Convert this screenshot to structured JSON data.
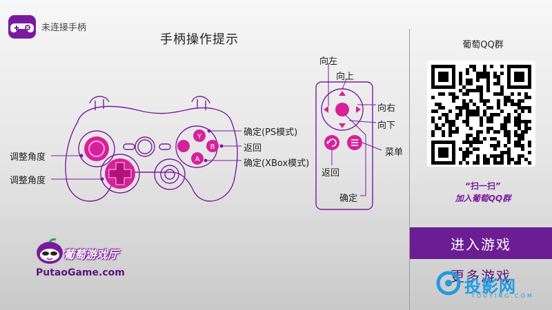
{
  "header": {
    "status": "未连接手柄",
    "title": "手柄操作提示"
  },
  "gamepad_labels": {
    "adjust_angle_top": "调整角度",
    "adjust_angle_bottom": "调整角度",
    "confirm_ps": "确定(PS模式)",
    "back": "返回",
    "confirm_xbox": "确定(XBox模式)",
    "face_buttons": [
      "Y",
      "B",
      "A"
    ]
  },
  "remote_labels": {
    "left": "向左",
    "up": "向上",
    "right": "向右",
    "down": "向下",
    "menu": "菜单",
    "back": "返回",
    "confirm": "确定"
  },
  "qq_panel": {
    "title": "葡萄QQ群",
    "scan_title": "“扫一扫”",
    "scan_sub": "加入葡萄QQ群"
  },
  "buttons": {
    "enter_game": "进入游戏",
    "more_games": "更多游戏"
  },
  "logo": {
    "name": "葡萄游戏厅",
    "site": "PutaoGame.com"
  },
  "watermark": {
    "text": "投影网",
    "sub": "TOUYING.COM"
  },
  "colors": {
    "accent": "#7b1a9e",
    "button_magenta": "#d6219a",
    "panel_purple": "#6b1d93",
    "watermark_blue": "#1f9be0"
  }
}
